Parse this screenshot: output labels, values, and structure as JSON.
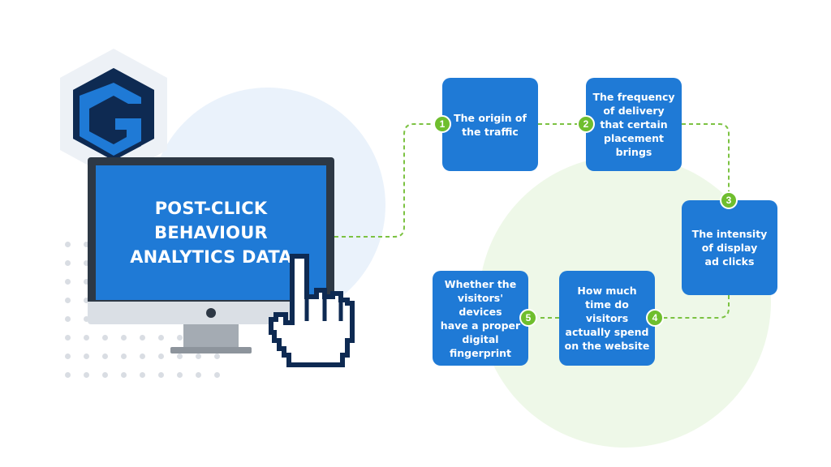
{
  "screen": {
    "title": "POST-CLICK BEHAVIOUR\nANALYTICS DATA"
  },
  "steps": [
    {
      "number": "1",
      "label": "The origin of\nthe traffic"
    },
    {
      "number": "2",
      "label": "The frequency\nof delivery\nthat certain\nplacement brings"
    },
    {
      "number": "3",
      "label": "The intensity\nof display\nad clicks"
    },
    {
      "number": "4",
      "label": "How much\ntime do visitors\nactually spend\non the website"
    },
    {
      "number": "5",
      "label": "Whether the\nvisitors' devices\nhave a proper\ndigital fingerprint"
    }
  ],
  "colors": {
    "box": "#1f7ad6",
    "badge": "#6fbe2e",
    "connector": "#7cc242",
    "logo_dark": "#0e2a52",
    "logo_blue": "#1f7ad6"
  },
  "icons": [
    "logo-icon",
    "cursor-hand-icon",
    "monitor-icon"
  ]
}
